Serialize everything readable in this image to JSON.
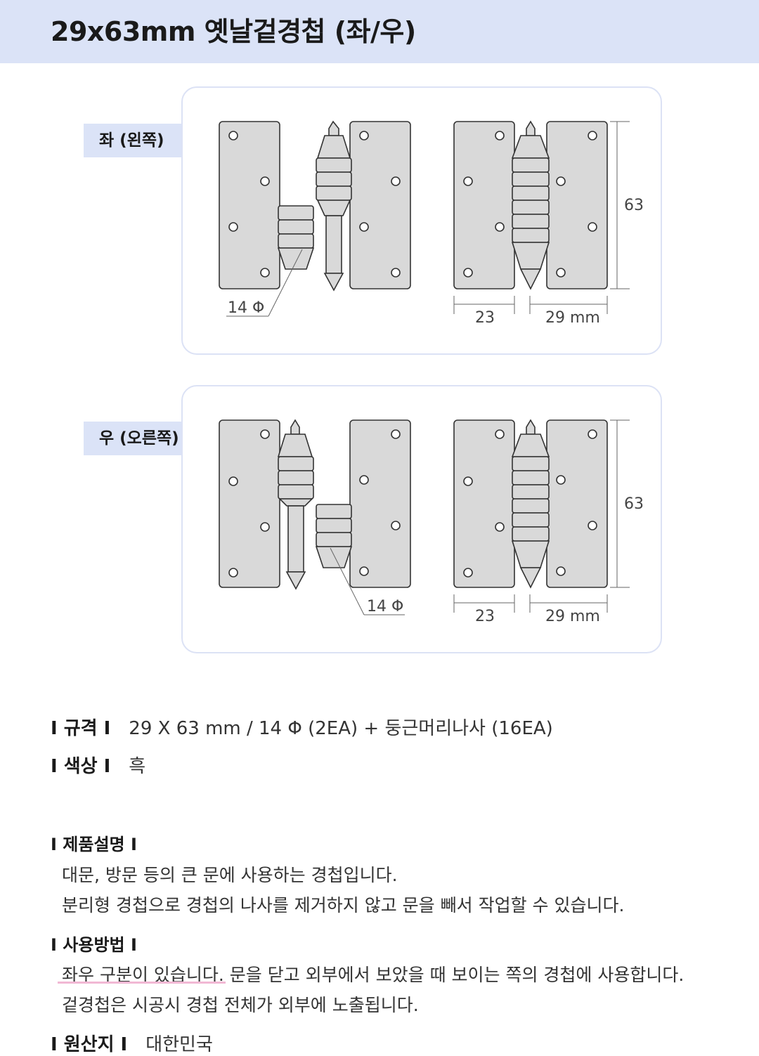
{
  "header": {
    "title": "29x63mm 옛날겉경첩 (좌/우)"
  },
  "panels": [
    {
      "label": "좌 (왼쪽)",
      "dia_label": "14 Φ",
      "height_label": "63",
      "width_left": "23",
      "width_right": "29 mm"
    },
    {
      "label": "우 (오른쪽)",
      "dia_label": "14 Φ",
      "height_label": "63",
      "width_left": "23",
      "width_right": "29 mm"
    }
  ],
  "specs": {
    "size_key": "I 규격 I",
    "size_val": "29 X 63 mm / 14 Φ (2EA) + 둥근머리나사 (16EA)",
    "color_key": "I 색상 I",
    "color_val": "흑"
  },
  "description": {
    "title": "I 제품설명 I",
    "lines": [
      "대문, 방문 등의 큰 문에 사용하는 경첩입니다.",
      "분리형 경첩으로 경첩의 나사를 제거하지 않고 문을 빼서 작업할 수 있습니다."
    ]
  },
  "usage": {
    "title": "I 사용방법 I",
    "line1_highlight": "좌우 구분이 있습니다.",
    "line1_rest": " 문을 닫고 외부에서 보았을 때 보이는 쪽의 경첩에 사용합니다.",
    "line2": "겉경첩은 시공시 경첩 전체가 외부에 노출됩니다."
  },
  "origin": {
    "title": "I 원산지 I",
    "value": "대한민국"
  },
  "colors": {
    "header_bg": "#dbe3f7",
    "panel_border": "#dce2f5",
    "plate_fill": "#d9d9d9",
    "highlight": "#f1b8d4"
  }
}
